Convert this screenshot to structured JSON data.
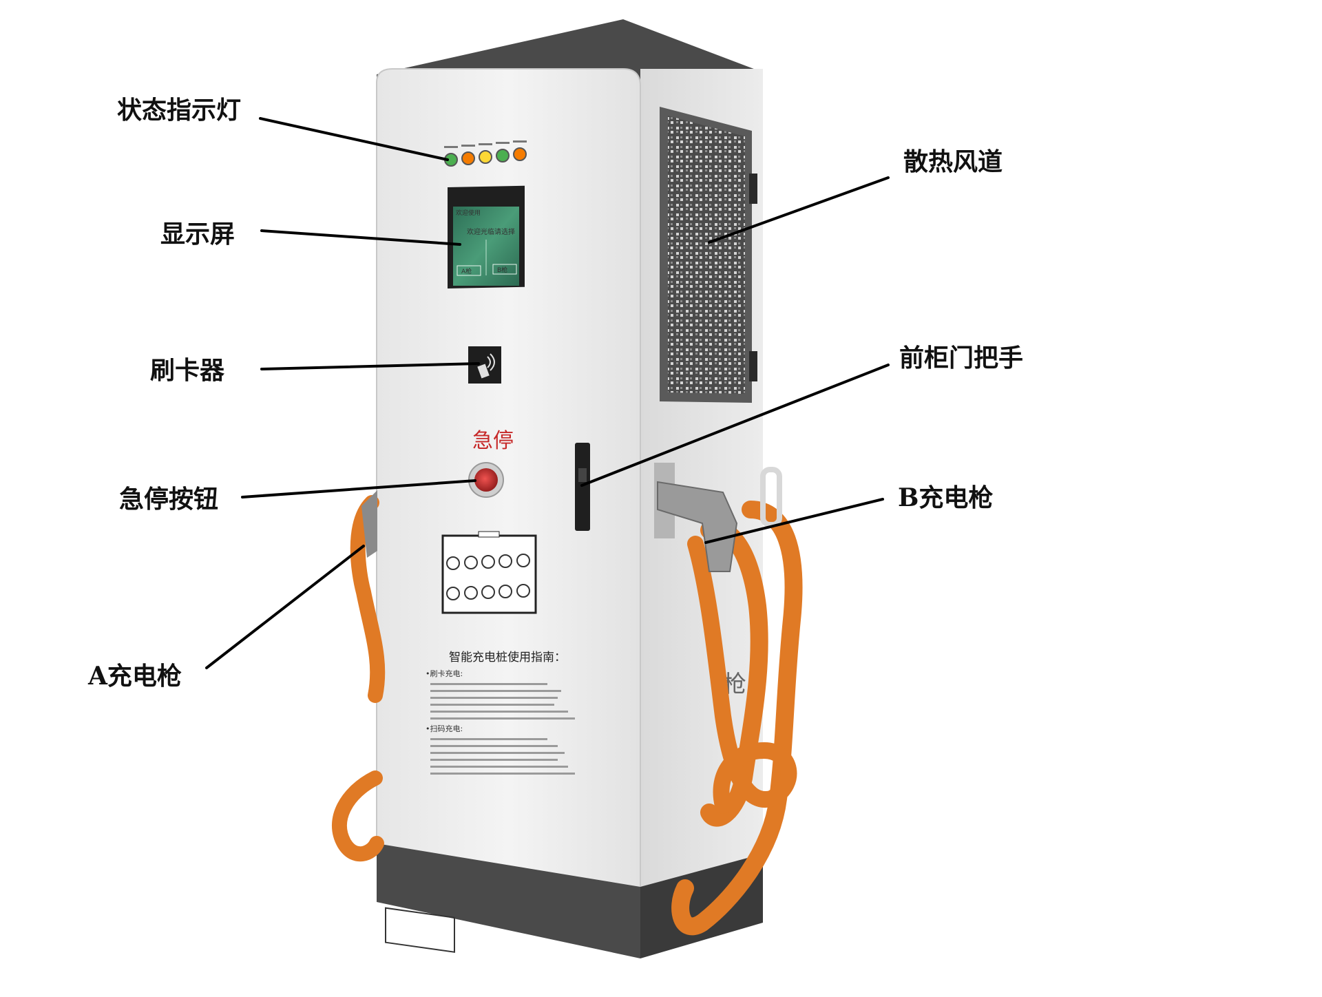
{
  "labels": {
    "status_lights": "状态指示灯",
    "display": "显示屏",
    "card_reader": "刷卡器",
    "emergency_button": "急停按钮",
    "gun_a": "A充电枪",
    "heat_vent": "散热风道",
    "door_handle": "前柜门把手",
    "gun_b": "B充电枪"
  },
  "panel": {
    "estop_text": "急停",
    "guide_title": "智能充电桩使用指南：",
    "guide_section_1": "•刷卡充电:",
    "guide_section_2": "•扫码充电:",
    "screen_banner": "欢迎使用",
    "screen_prompt": "欢迎光临请选择",
    "screen_option_a": "A枪",
    "screen_option_b": "B枪",
    "side_text": "枪"
  },
  "colors": {
    "cabinet_body": "#efefef",
    "cabinet_dark": "#4a4a4a",
    "cable_orange": "#e07a25",
    "screen_green": "#3f8f6a",
    "estop_red": "#c62828",
    "indicator_green": "#4caf50",
    "indicator_orange": "#f57c00",
    "indicator_yellow": "#fdd835"
  },
  "icons": {
    "status_lights": "indicator-light-icon",
    "card_reader": "nfc-card-icon",
    "emergency_button": "emergency-stop-icon"
  }
}
